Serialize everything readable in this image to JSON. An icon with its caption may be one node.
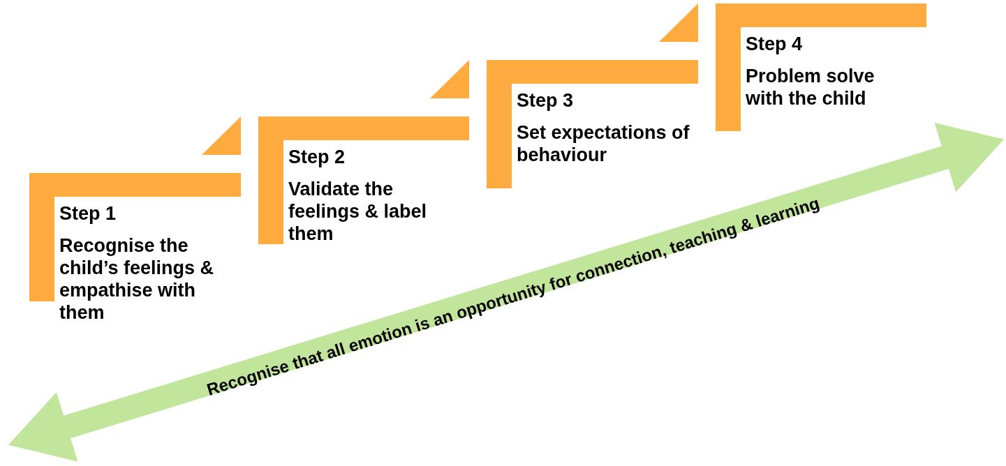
{
  "diagram": {
    "nodes": [
      {
        "text": [
          "Step 1",
          "Recognise the child’s feelings & empathise with them"
        ]
      },
      {
        "text": [
          "Step 2",
          "Validate the feelings & label them"
        ]
      },
      {
        "text": [
          "Step 3",
          "Set expectations of behaviour"
        ]
      },
      {
        "text": [
          "Step 4",
          "Problem solve with the child"
        ]
      },
      {
        "text": [
          "Recognise that all emotion is an opportunity for connection, teaching & learning"
        ]
      }
    ],
    "edges": []
  }
}
